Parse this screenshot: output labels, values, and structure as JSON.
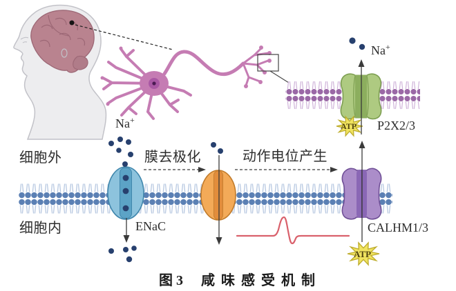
{
  "figure": {
    "caption": {
      "number": "图 3",
      "title": "咸味感受机制"
    }
  },
  "labels": {
    "extracellular": "细胞外",
    "intracellular": "细胞内",
    "membrane_depolarization": "膜去极化",
    "action_potential_generation": "动作电位产生",
    "sodium": "Na",
    "sodium_charge": "+",
    "atp": "ATP",
    "channel_enac": "ENaC",
    "channel_p2x": "P2X2/3",
    "channel_calhm": "CALHM1/3"
  },
  "colors": {
    "membrane_head_blue": "#5b80b4",
    "membrane_tail_blue": "#b7c8e1",
    "membrane_head_purple": "#9a68a6",
    "membrane_tail_purple": "#cfb3d9",
    "enac_channel_blue": "#8dc3dd",
    "taste_channel_orange": "#f3aa58",
    "calhm_channel_purple": "#ab8dc9",
    "p2x_channel_green": "#aeca81",
    "sodium_ion_navy": "#27406e",
    "atp_star_yellow": "#f0e35f",
    "action_potential_red": "#d9606b",
    "neuron_magenta": "#c57cb3",
    "brain_rose": "#b9838f"
  }
}
